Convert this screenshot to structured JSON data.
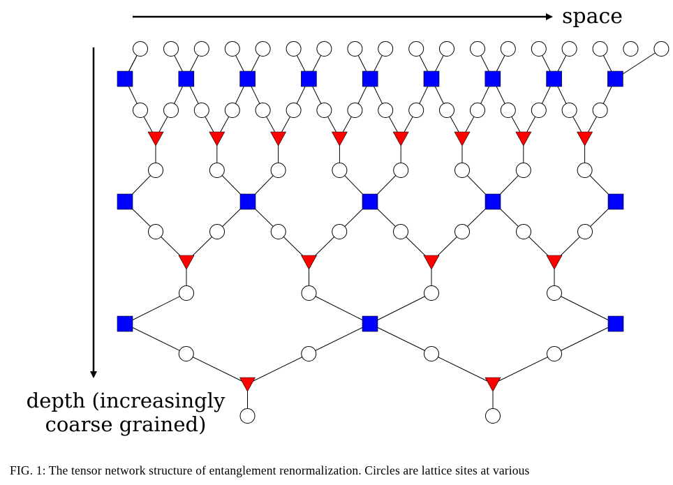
{
  "labels": {
    "space": "space",
    "depth_line1": "depth (increasingly",
    "depth_line2": "coarse grained)"
  },
  "caption": "FIG. 1: The tensor network structure of entanglement renormalization. Circles are lattice sites at various",
  "legend_items": [
    {
      "shape": "circle",
      "meaning": "lattice site"
    },
    {
      "shape": "square",
      "color": "#0000ff"
    },
    {
      "shape": "triangle",
      "color": "#ff0000"
    }
  ],
  "colors": {
    "disentangler": "#0000ff",
    "isometry": "#ff0000",
    "site_fill": "#ffffff",
    "stroke": "#000000"
  }
}
